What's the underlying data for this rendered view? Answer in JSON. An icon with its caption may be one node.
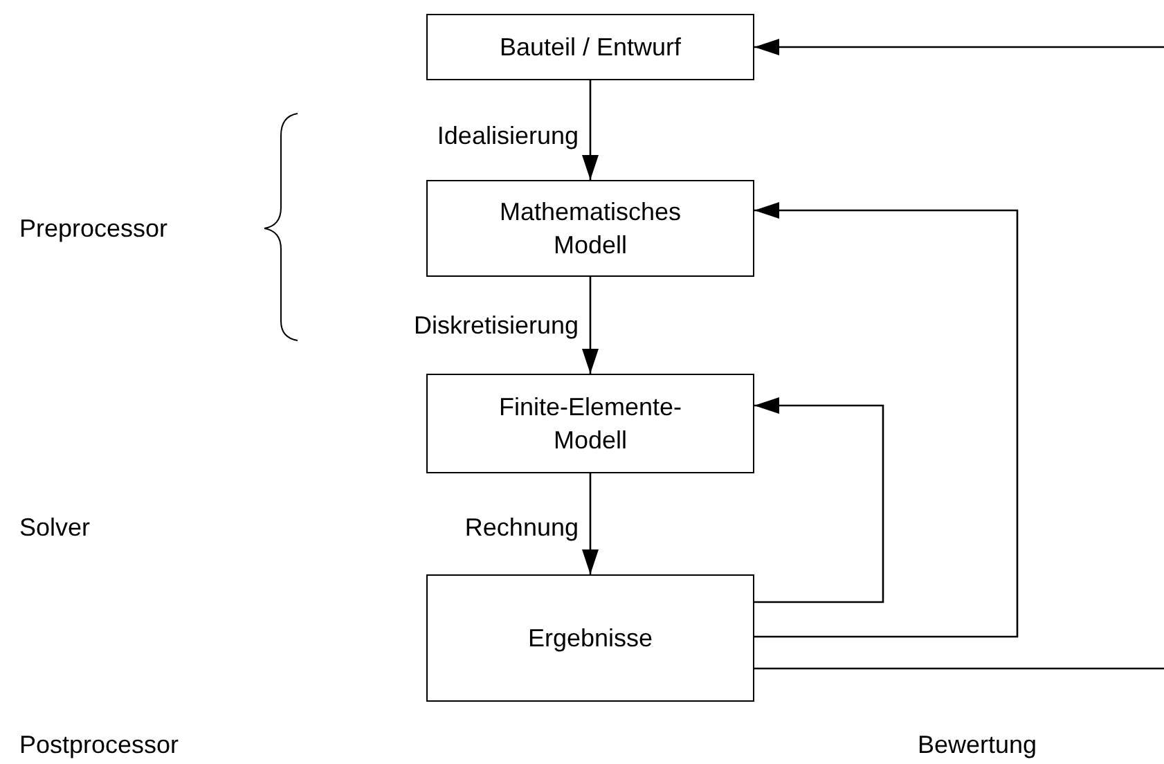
{
  "diagram": {
    "nodes": [
      {
        "text": [
          "Bauteil / Entwurf"
        ]
      },
      {
        "text": [
          "Mathematisches Modell"
        ]
      },
      {
        "text": [
          "Finite-Elemente-Modell"
        ]
      },
      {
        "text": [
          "Ergebnisse"
        ]
      }
    ],
    "edges": [
      {
        "from": 0,
        "to": 1,
        "arrow": "to",
        "label": "Idealisierung"
      },
      {
        "from": 1,
        "to": 2,
        "arrow": "to",
        "label": "Diskretisierung"
      },
      {
        "from": 2,
        "to": 3,
        "arrow": "to",
        "label": "Rechnung"
      },
      {
        "from": 3,
        "to": 2,
        "arrow": "to"
      },
      {
        "from": 3,
        "to": 1,
        "arrow": "to"
      },
      {
        "from": 3,
        "to": null,
        "arrow": "none"
      },
      {
        "from": null,
        "to": 0,
        "arrow": "to"
      }
    ],
    "labels": [
      "Preprocessor",
      "Solver",
      "Postprocessor",
      "Bewertung"
    ]
  }
}
